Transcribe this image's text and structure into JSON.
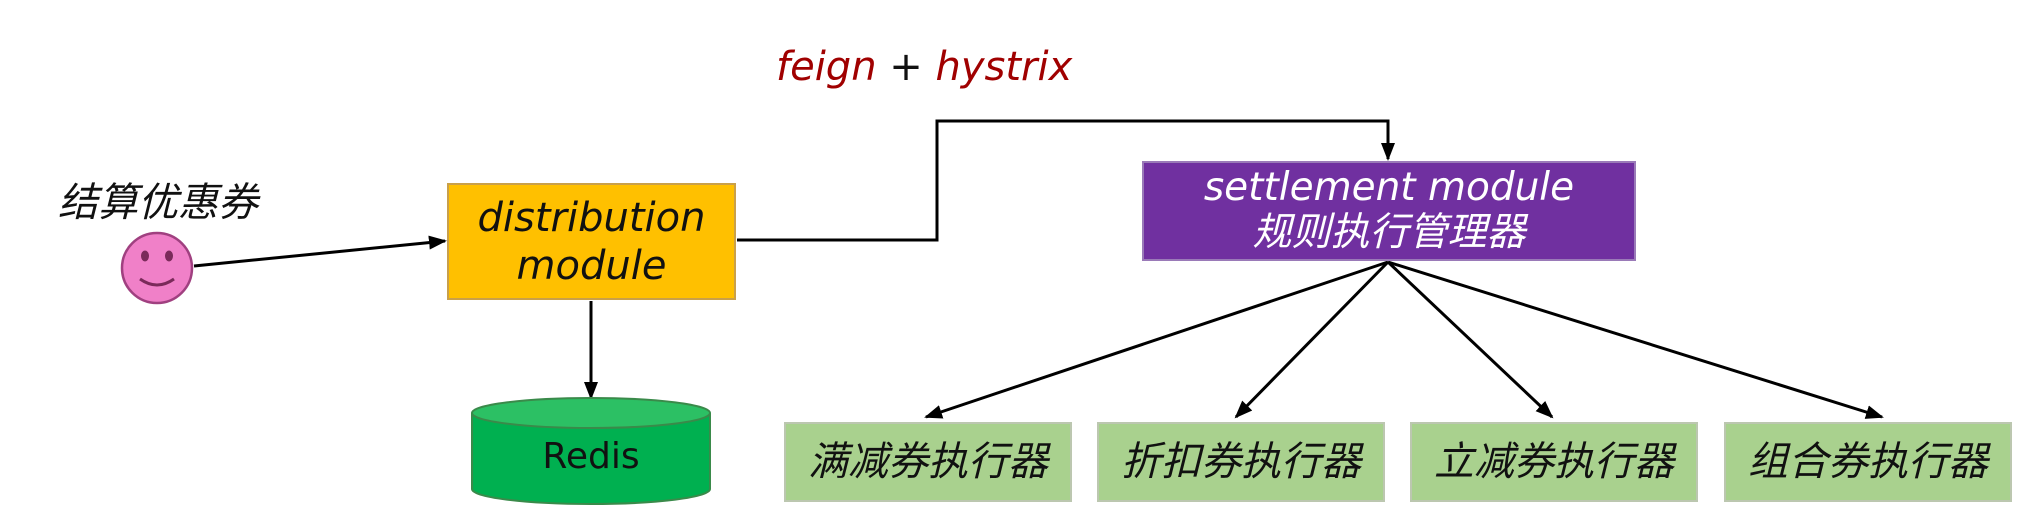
{
  "actor": {
    "label": "结算优惠券"
  },
  "connector": {
    "label_part1": "feign",
    "label_plus": "+",
    "label_part2": "hystrix"
  },
  "distribution": {
    "line1": "distribution",
    "line2": "module"
  },
  "settlement": {
    "line1": "settlement module",
    "line2": "规则执行管理器"
  },
  "redis": {
    "label": "Redis"
  },
  "executors": [
    {
      "label": "满减券执行器"
    },
    {
      "label": "折扣券执行器"
    },
    {
      "label": "立减券执行器"
    },
    {
      "label": "组合券执行器"
    }
  ],
  "colors": {
    "distribution_fill": "#ffc000",
    "settlement_fill": "#7030a0",
    "redis_fill": "#00b050",
    "executor_fill": "#a9d18e",
    "smiley_fill": "#f080c8",
    "connector_label": "#a00000"
  }
}
